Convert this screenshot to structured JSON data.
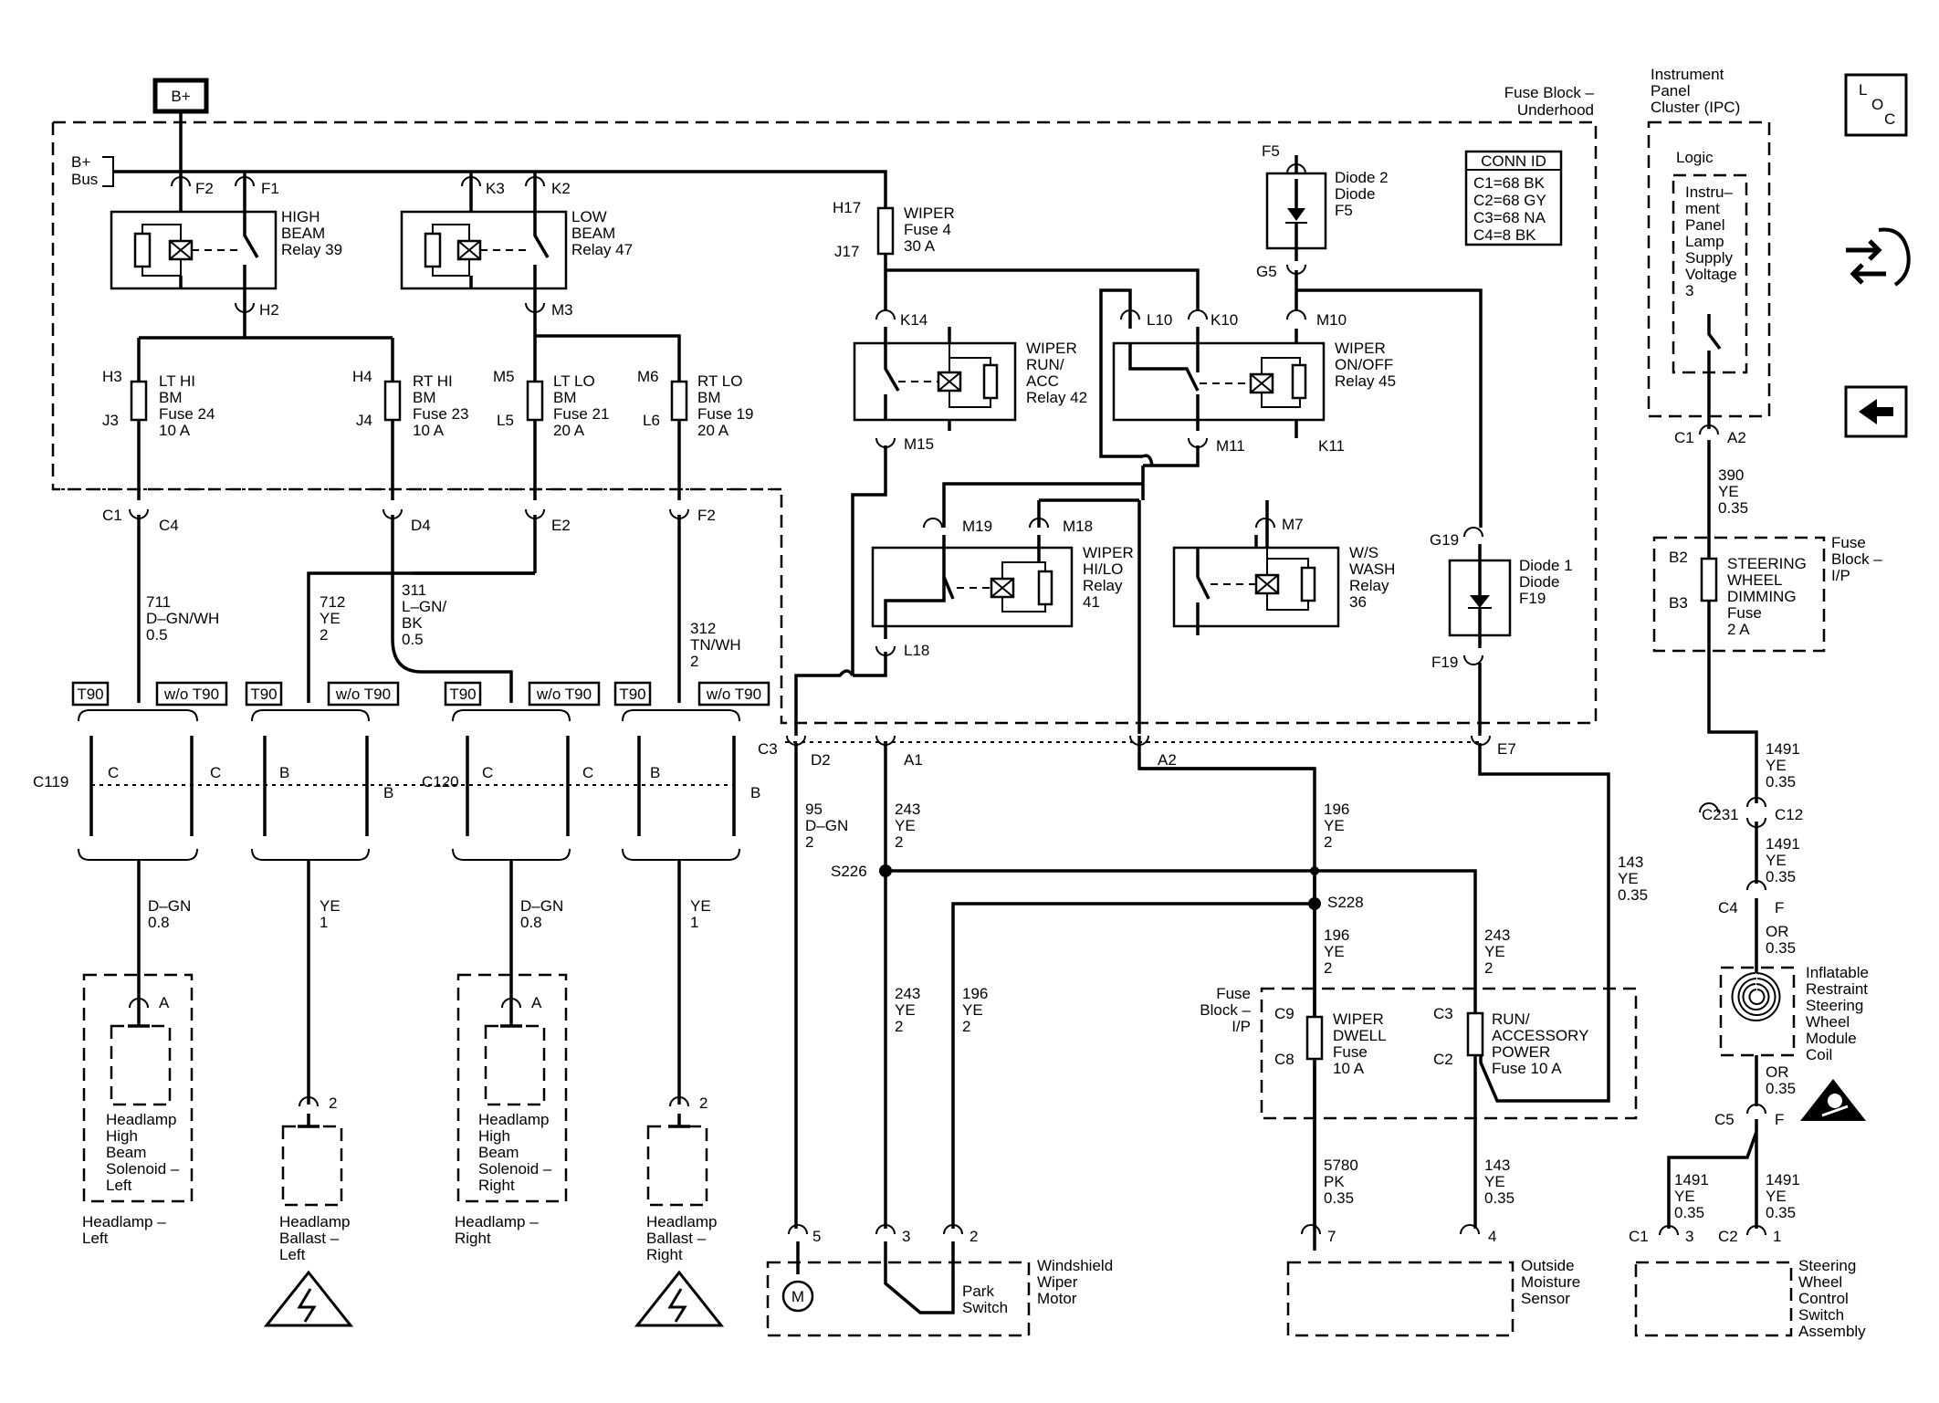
{
  "power": {
    "bplus_box": "B+",
    "bplus_bus": [
      "B+",
      "Bus"
    ]
  },
  "conn_id": {
    "title": "CONN ID",
    "lines": [
      "C1=68 BK",
      "C2=68 GY",
      "C3=68 NA",
      "C4=8 BK"
    ]
  },
  "locators": {
    "fuse_block_underhood": [
      "Fuse Block –",
      "Underhood"
    ],
    "ipc": [
      "Instrument",
      "Panel",
      "Cluster (IPC)"
    ],
    "fuse_block_ip": [
      "Fuse",
      "Block –",
      "I/P"
    ],
    "fuse_block_ip_lower": [
      "Fuse",
      "Block –",
      "I/P"
    ],
    "logic": "Logic",
    "ipc_supply": [
      "Instru–",
      "ment",
      "Panel",
      "Lamp",
      "Supply",
      "Voltage",
      "3"
    ]
  },
  "relays": {
    "high_beam": {
      "name": [
        "HIGH",
        "BEAM",
        "Relay 39"
      ],
      "pins": [
        "F2",
        "F1",
        "H2"
      ]
    },
    "low_beam": {
      "name": [
        "LOW",
        "BEAM",
        "Relay 47"
      ],
      "pins": [
        "K3",
        "K2",
        "M3"
      ]
    },
    "wiper_run": {
      "name": [
        "WIPER",
        "RUN/",
        "ACC",
        "Relay 42"
      ],
      "pins": [
        "K14",
        "M15"
      ]
    },
    "wiper_onoff": {
      "name": [
        "WIPER",
        "ON/OFF",
        "Relay 45"
      ],
      "pins": [
        "L10",
        "K10",
        "M10",
        "M11",
        "K11"
      ]
    },
    "wiper_hilo": {
      "name": [
        "WIPER",
        "HI/LO",
        "Relay",
        "41"
      ],
      "pins": [
        "M19",
        "M18",
        "L18"
      ]
    },
    "ws_wash": {
      "name": [
        "W/S",
        "WASH",
        "Relay",
        "36"
      ],
      "pins": [
        "M7"
      ]
    }
  },
  "fuses": {
    "wiper4": {
      "pins": [
        "H17",
        "J17"
      ],
      "label": [
        "WIPER",
        "Fuse 4",
        "30 A"
      ]
    },
    "lt_hi": {
      "pins": [
        "H3",
        "J3"
      ],
      "label": [
        "LT HI",
        "BM",
        "Fuse 24",
        "10 A"
      ]
    },
    "rt_hi": {
      "pins": [
        "H4",
        "J4"
      ],
      "label": [
        "RT HI",
        "BM",
        "Fuse 23",
        "10 A"
      ]
    },
    "lt_lo": {
      "pins": [
        "M5",
        "L5"
      ],
      "label": [
        "LT LO",
        "BM",
        "Fuse 21",
        "20 A"
      ]
    },
    "rt_lo": {
      "pins": [
        "M6",
        "L6"
      ],
      "label": [
        "RT LO",
        "BM",
        "Fuse 19",
        "20 A"
      ]
    },
    "steering_dim": {
      "pins": [
        "B2",
        "B3"
      ],
      "label": [
        "STEERING",
        "WHEEL",
        "DIMMING",
        "Fuse",
        "2 A"
      ]
    },
    "wiper_dwell": {
      "pins": [
        "C9",
        "C8"
      ],
      "label": [
        "WIPER",
        "DWELL",
        "Fuse",
        "10 A"
      ]
    },
    "run_acc": {
      "pins": [
        "C3",
        "C2"
      ],
      "label": [
        "RUN/",
        "ACCESSORY",
        "POWER",
        "Fuse 10 A"
      ]
    }
  },
  "diodes": {
    "diode2": {
      "pin_top": "F5",
      "pin_bot": "G5",
      "label": [
        "Diode 2",
        "Diode",
        "F5"
      ]
    },
    "diode1": {
      "pin_top": "G19",
      "pin_bot": "F19",
      "label": [
        "Diode 1",
        "Diode",
        "F19"
      ]
    }
  },
  "connectors": {
    "c1": "C1",
    "c4": "C4",
    "d4": "D4",
    "e2": "E2",
    "f2": "F2",
    "c3": "C3",
    "d2": "D2",
    "a1": "A1",
    "a2": "A2",
    "e7": "E7",
    "c1b": "C1",
    "a2b": "A2",
    "c119": "C119",
    "c120": "C120",
    "s226": "S226",
    "s228": "S228",
    "c231": "C231",
    "c12": "C12",
    "c4b": "C4",
    "fb": "F",
    "c5": "C5",
    "fc": "F",
    "c1c": "C1",
    "c2c": "C2",
    "p3": "3",
    "p1": "1",
    "c_l": "C",
    "c_r": "C",
    "b_l": "B",
    "b_r": "B",
    "c_l2": "C",
    "c_r2": "C",
    "b_l2": "B",
    "b_r2": "B"
  },
  "options": {
    "t90": "T90",
    "wo_t90": "w/o T90"
  },
  "wires": {
    "w711": [
      "711",
      "D–GN/WH",
      "0.5"
    ],
    "w712": [
      "712",
      "YE",
      "2"
    ],
    "w311": [
      "311",
      "L–GN/",
      "BK",
      "0.5"
    ],
    "w312": [
      "312",
      "TN/WH",
      "2"
    ],
    "w95": [
      "95",
      "D–GN",
      "2"
    ],
    "w243a": [
      "243",
      "YE",
      "2"
    ],
    "w196a": [
      "196",
      "YE",
      "2"
    ],
    "w143a": [
      "143",
      "YE",
      "0.35"
    ],
    "w390": [
      "390",
      "YE",
      "0.35"
    ],
    "w1491a": [
      "1491",
      "YE",
      "0.35"
    ],
    "w1491b": [
      "1491",
      "YE",
      "0.35"
    ],
    "wor1": [
      "OR",
      "0.35"
    ],
    "wor2": [
      "OR",
      "0.35"
    ],
    "wdgn1": [
      "D–GN",
      "0.8"
    ],
    "wye1": [
      "YE",
      "1"
    ],
    "wdgn2": [
      "D–GN",
      "0.8"
    ],
    "wye2": [
      "YE",
      "1"
    ],
    "w196b": [
      "196",
      "YE",
      "2"
    ],
    "w243b": [
      "243",
      "YE",
      "2"
    ],
    "w243c": [
      "243",
      "YE",
      "2"
    ],
    "w196c": [
      "196",
      "YE",
      "2"
    ],
    "w5780": [
      "5780",
      "PK",
      "0.35"
    ],
    "w143b": [
      "143",
      "YE",
      "0.35"
    ],
    "w1491c": [
      "1491",
      "YE",
      "0.35"
    ],
    "w1491d": [
      "1491",
      "YE",
      "0.35"
    ]
  },
  "components": {
    "headlamp_left": {
      "pin": "A",
      "label": [
        "Headlamp",
        "High",
        "Beam",
        "Solenoid –",
        "Left"
      ],
      "loc": [
        "Headlamp –",
        "Left"
      ]
    },
    "ballast_left": {
      "pin": "2",
      "loc": [
        "Headlamp",
        "Ballast –",
        "Left"
      ]
    },
    "headlamp_right": {
      "pin": "A",
      "label": [
        "Headlamp",
        "High",
        "Beam",
        "Solenoid –",
        "Right"
      ],
      "loc": [
        "Headlamp –",
        "Right"
      ]
    },
    "ballast_right": {
      "pin": "2",
      "loc": [
        "Headlamp",
        "Ballast –",
        "Right"
      ]
    },
    "wiper_motor": {
      "pins": [
        "5",
        "3",
        "2"
      ],
      "motor": "M",
      "switch": [
        "Park",
        "Switch"
      ],
      "label": [
        "Windshield",
        "Wiper",
        "Motor"
      ]
    },
    "moisture": {
      "pins": [
        "7",
        "4"
      ],
      "label": [
        "Outside",
        "Moisture",
        "Sensor"
      ]
    },
    "airbag_coil": {
      "label": [
        "Inflatable",
        "Restraint",
        "Steering",
        "Wheel",
        "Module",
        "Coil"
      ]
    },
    "steering_switch": {
      "label": [
        "Steering",
        "Wheel",
        "Control",
        "Switch",
        "Assembly"
      ]
    }
  },
  "nav": {
    "loc_letters": [
      "L",
      "O",
      "C"
    ],
    "back_icon": "arrow-left",
    "swap_icon": "swap-arrows"
  }
}
